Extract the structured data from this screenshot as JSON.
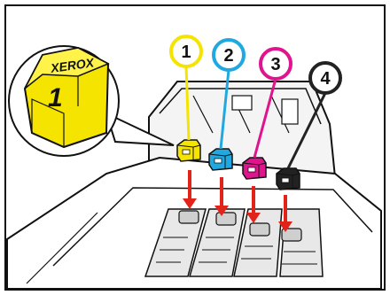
{
  "colors": {
    "yellow": "#f5e400",
    "cyan": "#20a8e0",
    "magenta": "#e0148c",
    "black": "#222222",
    "arrow": "#e2231a",
    "frame": "#111111",
    "tray": "#d9d9d9"
  },
  "zoom": {
    "brand": "XEROX",
    "number": "1"
  },
  "callouts": [
    {
      "label": "1",
      "color": "yellow"
    },
    {
      "label": "2",
      "color": "cyan"
    },
    {
      "label": "3",
      "color": "magenta"
    },
    {
      "label": "4",
      "color": "black"
    }
  ]
}
